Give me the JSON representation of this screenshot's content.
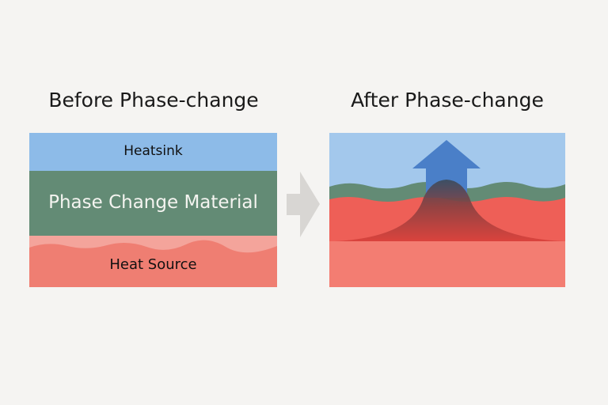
{
  "titles": {
    "before": "Before Phase-change",
    "after": "After Phase-change"
  },
  "layers": {
    "heatsink": "Heatsink",
    "pcm": "Phase Change Material",
    "heat_source": "Heat Source"
  },
  "colors": {
    "heatsink": "#8dbbe8",
    "pcm": "#638b75",
    "heat_source": "#ef7e72",
    "arrow": "#4a7fc8",
    "hot": "#d8403a"
  }
}
